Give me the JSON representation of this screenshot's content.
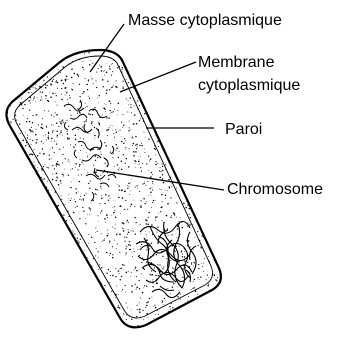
{
  "labels": {
    "masse": "Masse cytoplasmique",
    "membrane_line1": "Membrane",
    "membrane_line2": "cytoplasmique",
    "paroi": "Paroi",
    "chromosome": "Chromosome"
  },
  "colors": {
    "ink": "#000000",
    "background": "#ffffff"
  }
}
